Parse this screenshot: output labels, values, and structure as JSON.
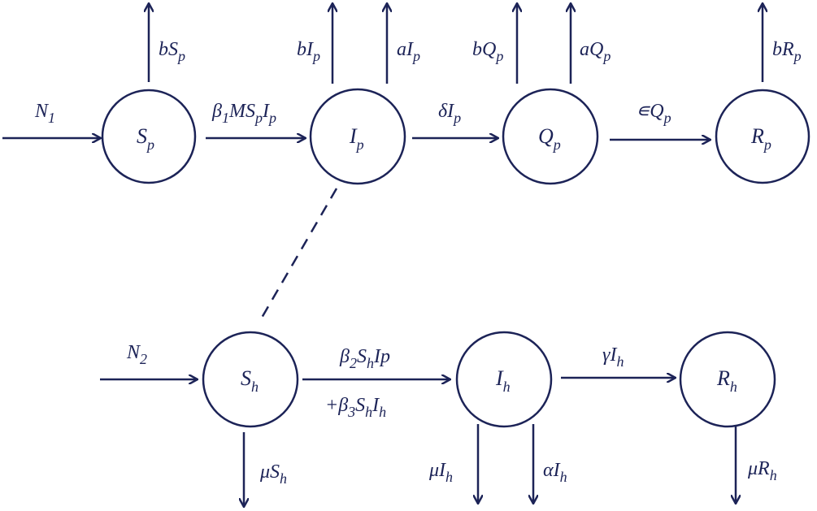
{
  "colors": {
    "stroke": "#1c2357",
    "background": "#ffffff"
  },
  "nodes": {
    "Sp": {
      "main": "S",
      "sub": "p"
    },
    "Ip": {
      "main": "I",
      "sub": "p"
    },
    "Qp": {
      "main": "Q",
      "sub": "p"
    },
    "Rp": {
      "main": "R",
      "sub": "p"
    },
    "Sh": {
      "main": "S",
      "sub": "h"
    },
    "Ih": {
      "main": "I",
      "sub": "h"
    },
    "Rh": {
      "main": "R",
      "sub": "h"
    }
  },
  "edges": {
    "N1": {
      "main": "N",
      "sub": "1"
    },
    "bSp": {
      "a": "bS",
      "b": "p"
    },
    "beta1": {
      "a": "β",
      "b": "1",
      "c": "MS",
      "d": "p",
      "e": "I",
      "f": "p"
    },
    "bIp": {
      "a": "bI",
      "b": "p"
    },
    "aIp": {
      "a": "aI",
      "b": "p"
    },
    "deltaIp": {
      "a": "δI",
      "b": "p"
    },
    "bQp": {
      "a": "bQ",
      "b": "p"
    },
    "aQp": {
      "a": "aQ",
      "b": "p"
    },
    "epsQp": {
      "a": "∊Q",
      "b": "p"
    },
    "bRp": {
      "a": "bR",
      "b": "p"
    },
    "N2": {
      "main": "N",
      "sub": "2"
    },
    "beta2": {
      "a": "β",
      "b": "2",
      "c": "S",
      "d": "h",
      "e": "Ip"
    },
    "beta3": {
      "a": "+β",
      "b": "3",
      "c": "S",
      "d": "h",
      "e": "I",
      "f": "h"
    },
    "muSh": {
      "a": "μS",
      "b": "h"
    },
    "gammaIh": {
      "a": "γI",
      "b": "h"
    },
    "muIh": {
      "a": "μI",
      "b": "h"
    },
    "alphaIh": {
      "a": "αI",
      "b": "h"
    },
    "muRh": {
      "a": "μR",
      "b": "h"
    }
  }
}
